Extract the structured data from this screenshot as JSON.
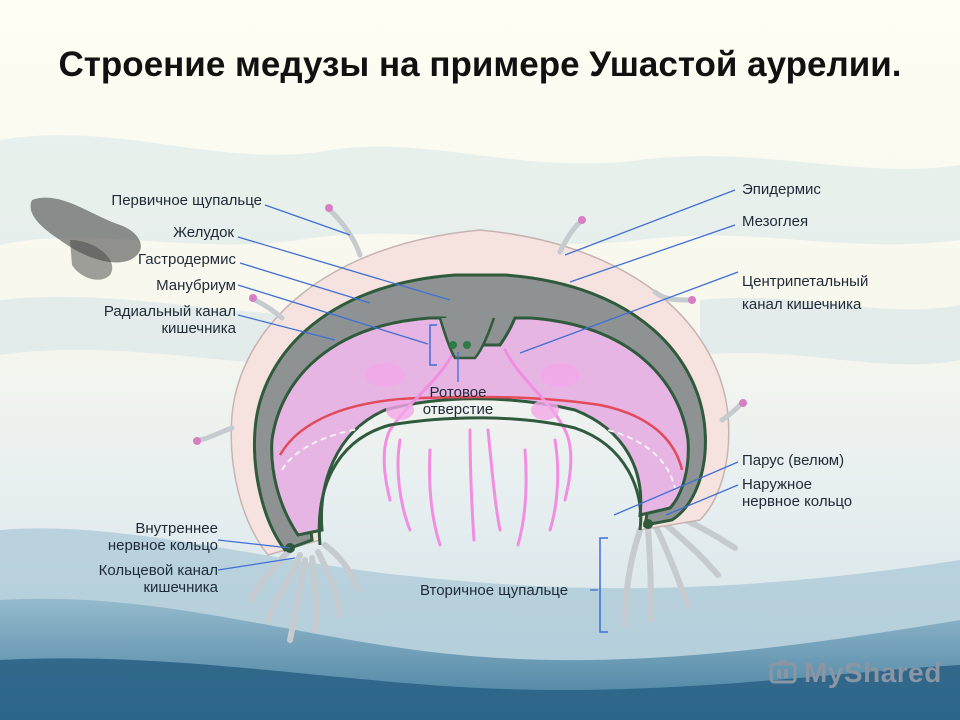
{
  "title": "Строение медузы на примере Ушастой аурелии.",
  "labels": {
    "primary_tentacle": "Первичное щупальце",
    "stomach": "Желудок",
    "gastrodermis": "Гастродермис",
    "manubrium": "Манубриум",
    "radial_canal": "Радиальный канал\nкишечника",
    "epidermis": "Эпидермис",
    "mesoglea": "Мезоглея",
    "centripetal_canal": "Центрипетальный\nканал кишечника",
    "mouth": "Ротовое\nотверстие",
    "velum": "Парус (велюм)",
    "outer_nerve_ring": "Наружное\nнервное кольцо",
    "inner_nerve_ring": "Внутреннее\nнервное кольцо",
    "ring_canal": "Кольцевой канал\nкишечника",
    "secondary_tentacle": "Вторичное щупальце"
  },
  "logo": {
    "text": "MyShared",
    "icon": "myshared-logo-icon"
  },
  "colors": {
    "epidermis": "#f7e6e3",
    "gastrodermis": "#8d9191",
    "outline": "#2f5a3c",
    "subumbrella": "#e7b6e6",
    "gonad": "#f48fe0",
    "leader_line": "#3f6fd6",
    "ring_canal": "#e34a5a",
    "tentacle": "#c9cfd2",
    "sky_top": "#fefdf1",
    "sea": "#4d86a6"
  }
}
